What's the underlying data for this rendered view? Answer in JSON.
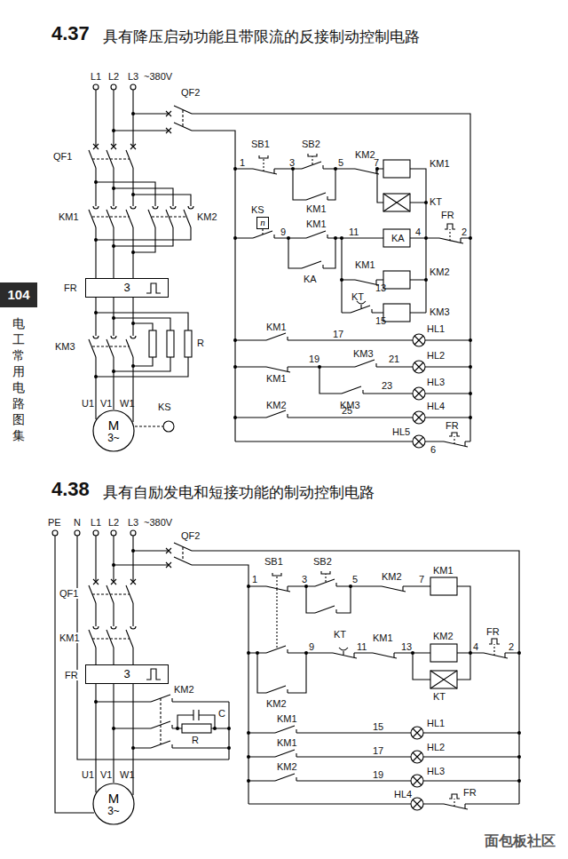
{
  "diagram": {
    "nodes": [
      {
        "text": [
          "104"
        ]
      },
      {
        "text": [
          "3"
        ]
      },
      {
        "text": [
          "n"
        ]
      },
      {
        "text": [
          "M",
          "3~"
        ]
      },
      {
        "text": [
          "3"
        ]
      },
      {
        "text": [
          "M",
          "3~"
        ]
      }
    ],
    "labels": [
      "4.37",
      "具有降压启动功能且带限流的反接制动控制电路",
      "L1",
      "L2",
      "L3",
      "~380V",
      "QF2",
      "QF1",
      "KM1",
      "KM2",
      "FR",
      "KM3",
      "R",
      "U1",
      "V1",
      "W1",
      "KS",
      "SB1",
      "SB2",
      "1",
      "3",
      "5",
      "KM2",
      "7",
      "KM1",
      "KT",
      "KM1",
      "KS",
      "9",
      "KM1",
      "11",
      "KA",
      "4",
      "FR",
      "2",
      "KA",
      "KM1",
      "13",
      "KM2",
      "KT",
      "15",
      "KM3",
      "KM1",
      "17",
      "HL1",
      "KM1",
      "19",
      "KM3",
      "21",
      "HL2",
      "23",
      "KM3",
      "HL3",
      "KM2",
      "25",
      "HL4",
      "HL5",
      "6",
      "FR",
      "4.38",
      "具有自励发电和短接功能的制动控制电路",
      "PE",
      "N",
      "L1",
      "L2",
      "L3",
      "~380V",
      "QF2",
      "QF1",
      "KM1",
      "FR",
      "KM2",
      "C",
      "R",
      "U1",
      "V1",
      "W1",
      "SB1",
      "SB2",
      "1",
      "3",
      "5",
      "KM2",
      "7",
      "KM1",
      "9",
      "KT",
      "11",
      "KM1",
      "13",
      "KM2",
      "KT",
      "4",
      "FR",
      "2",
      "KM2",
      "KM1",
      "15",
      "HL1",
      "KM1",
      "17",
      "HL2",
      "KM2",
      "19",
      "HL3",
      "HL4",
      "FR",
      "电工常用电路图集",
      "面包板社区"
    ]
  }
}
